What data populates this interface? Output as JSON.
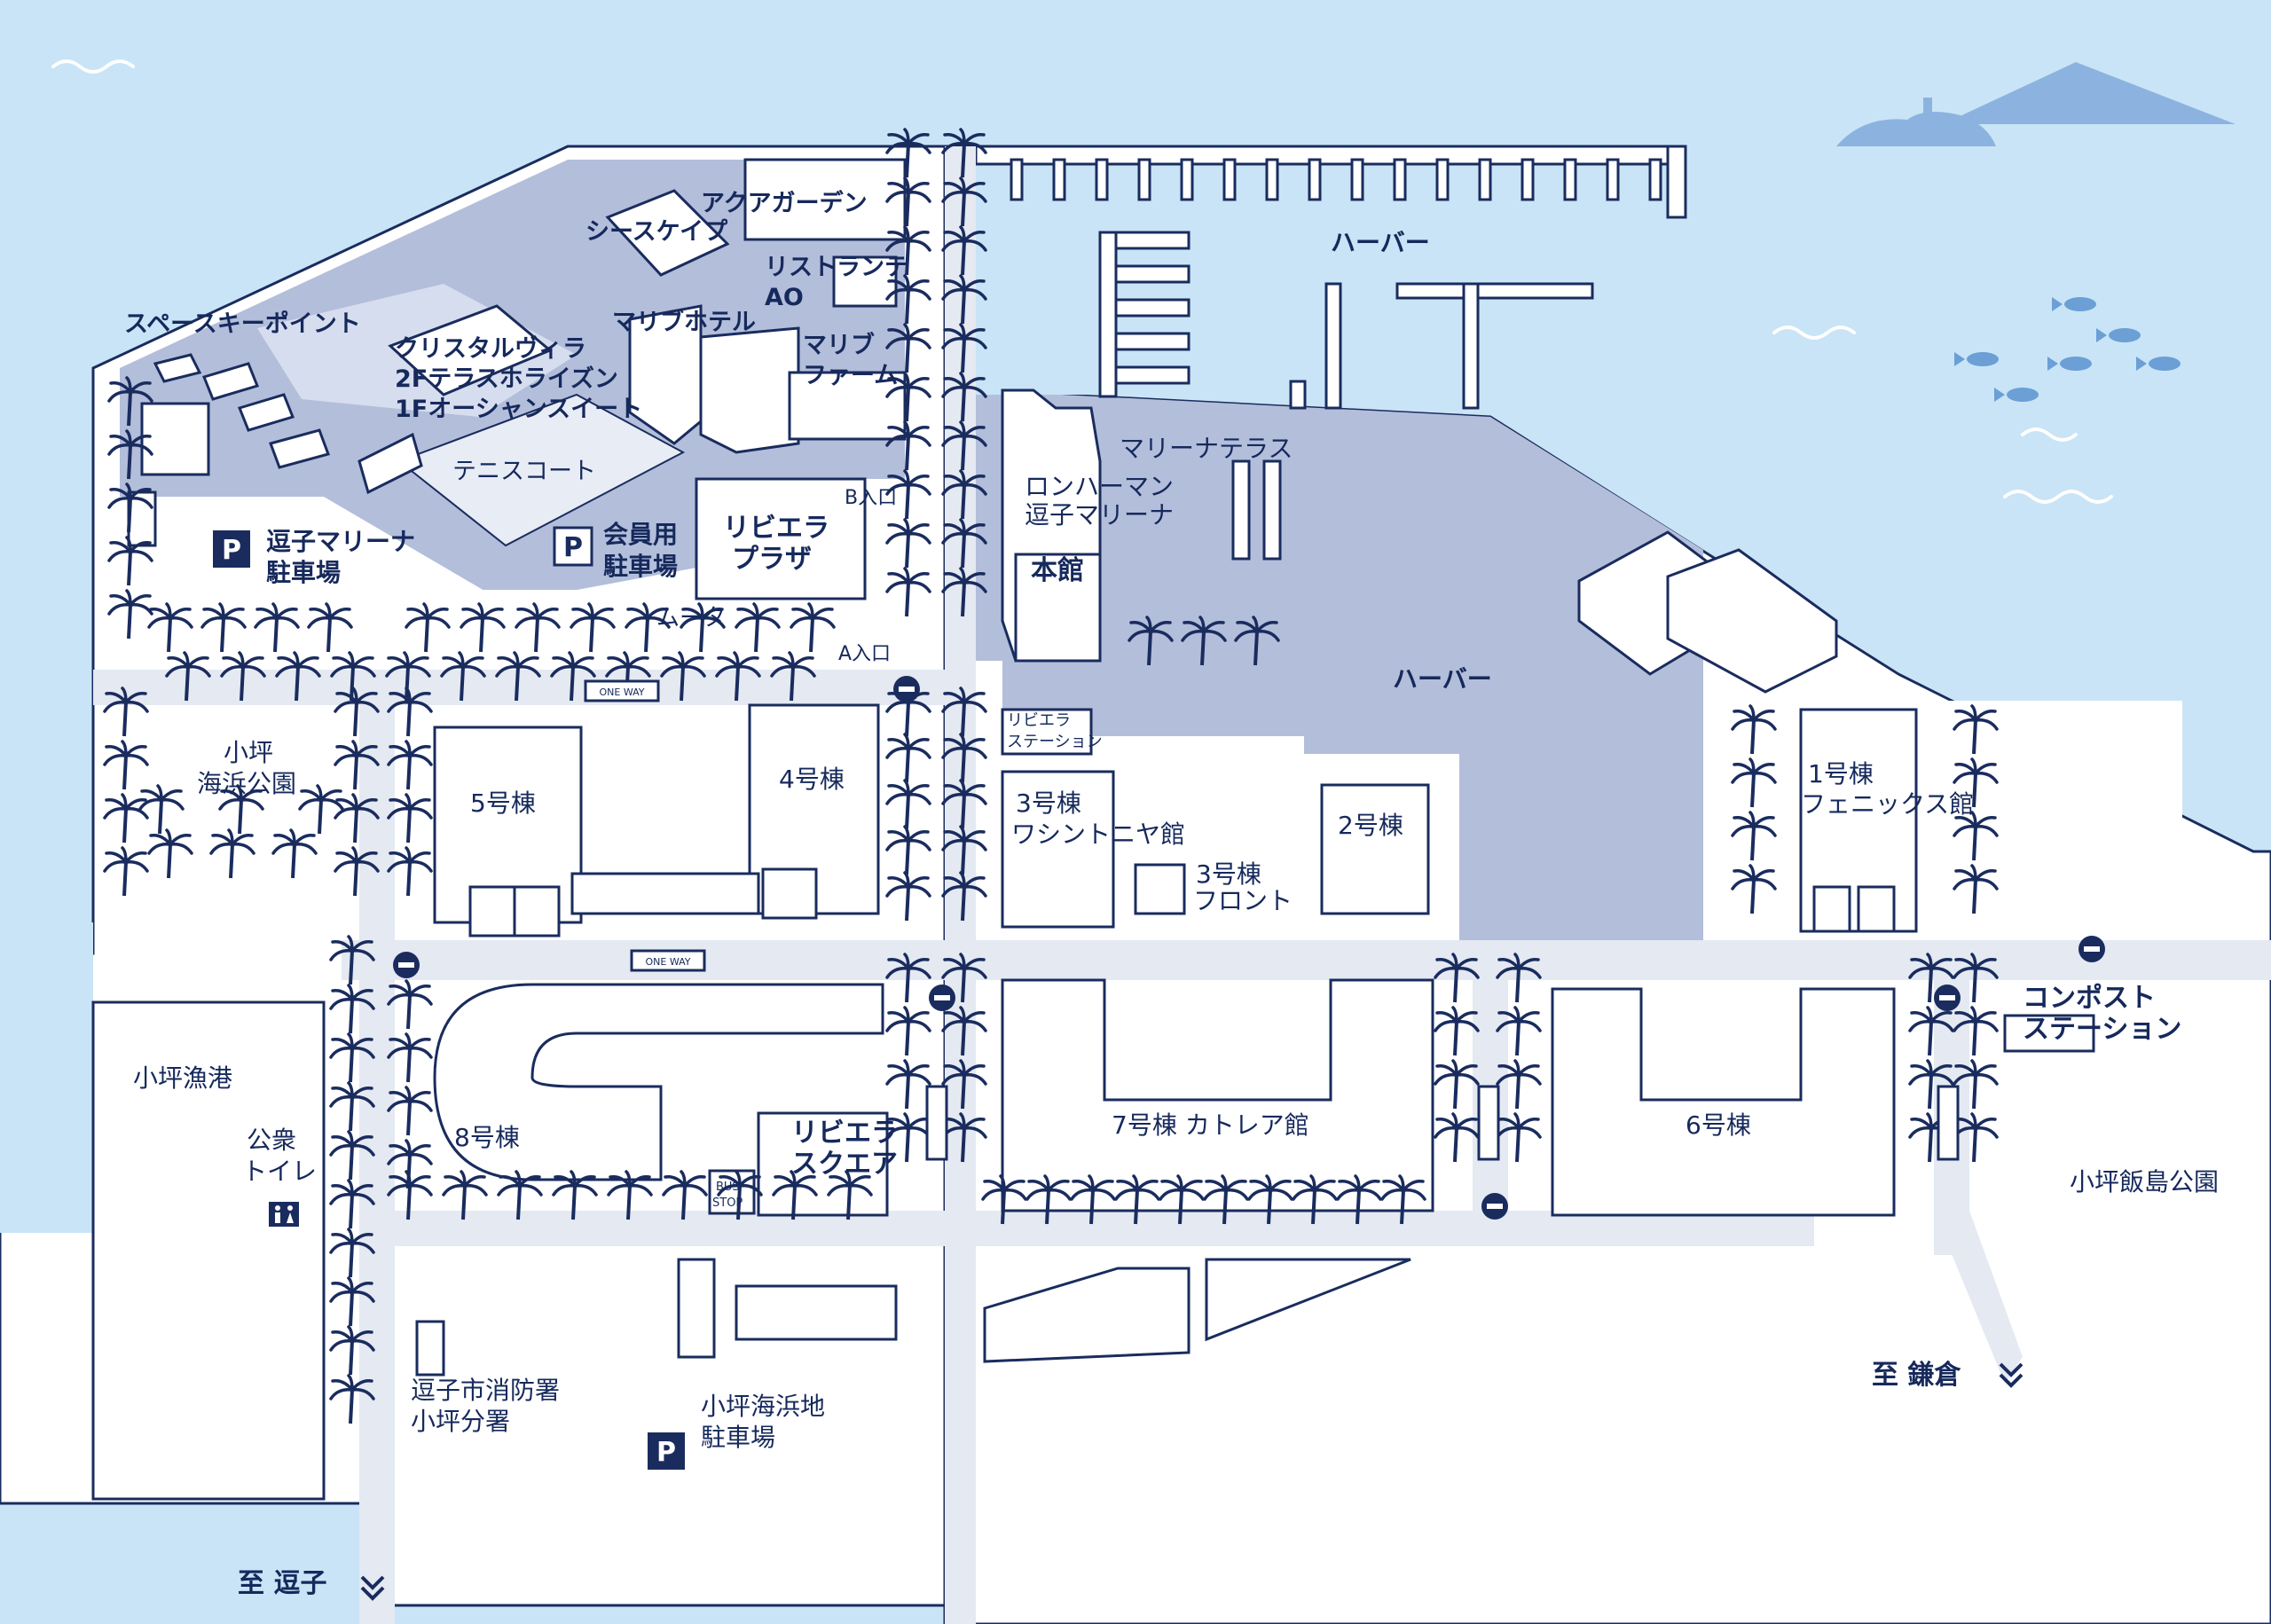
{
  "labels": {
    "space_key_point": "スペースキーポイント",
    "crystal_villa_1": "クリスタルヴィラ",
    "crystal_villa_2": "2Fテラスホライズン",
    "crystal_villa_3": "1Fオーシャンスイート",
    "seascape": "シースケイプ",
    "aqua_garden": "アクアガーデン",
    "ristorante_1": "リストランテ",
    "ristorante_2": "AO",
    "malibu_hotel": "マリブホテル",
    "malibu_farm_1": "マリブ",
    "malibu_farm_2": "ファーム",
    "tennis_court": "テニスコート",
    "zushi_parking_1": "逗子マリーナ",
    "zushi_parking_2": "駐車場",
    "member_parking_1": "会員用",
    "member_parking_2": "駐車場",
    "riviera_plaza_1": "リビエラ",
    "riviera_plaza_2": "プラザ",
    "b_entrance": "B入口",
    "a_entrance": "A入口",
    "muta": "ムータ",
    "marina_terrace": "マリーナテラス",
    "ron_herman_1": "ロンハーマン",
    "ron_herman_2": "逗子マリーナ",
    "honkan": "本館",
    "harbor_top": "ハーバー",
    "harbor_mid": "ハーバー",
    "riviera_station_1": "リビエラ",
    "riviera_station_2": "ステーション",
    "b3_1": "3号棟",
    "b3_2": "ワシントニヤ館",
    "b3_front_1": "3号棟",
    "b3_front_2": "フロント",
    "b2": "2号棟",
    "b1_1": "1号棟",
    "b1_2": "フェニックス館",
    "koajiro_park_1": "小坪",
    "koajiro_park_2": "海浜公園",
    "b5": "5号棟",
    "b4": "4号棟",
    "koajiro_port": "小坪漁港",
    "toilet_1": "公衆",
    "toilet_2": "トイレ",
    "b8": "8号棟",
    "riviera_square_1": "リビエラ",
    "riviera_square_2": "スクエア",
    "bus_stop_1": "BUS",
    "bus_stop_2": "STOP",
    "b7": "7号棟 カトレア館",
    "b6": "6号棟",
    "compost_1": "コンポスト",
    "compost_2": "ステーション",
    "iijima_park": "小坪飯島公園",
    "fire_station_1": "逗子市消防署",
    "fire_station_2": "小坪分署",
    "beach_parking_1": "小坪海浜地",
    "beach_parking_2": "駐車場",
    "to_kamakura": "至 鎌倉",
    "to_zushi": "至 逗子",
    "one_way": "ONE WAY",
    "parking_symbol": "P"
  },
  "colors": {
    "sea": "#c9e4f6",
    "navy": "#1a2c5e",
    "shade": "#b3bedb",
    "road": "#e4e9f2"
  },
  "icons": [
    "parking-icon",
    "toilet-icon",
    "no-entry-icon",
    "one-way-sign-icon",
    "palm-tree-icon",
    "fish-icon",
    "mount-fuji-icon",
    "chevron-down-icon"
  ]
}
